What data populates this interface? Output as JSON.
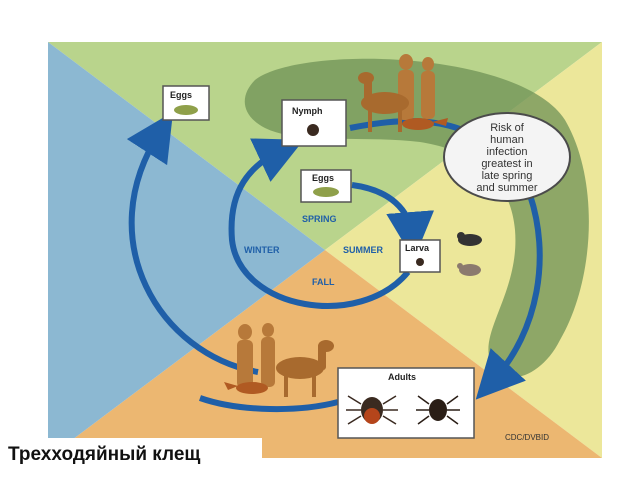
{
  "seasons": {
    "spring": "SPRING",
    "summer": "SUMMER",
    "fall": "FALL",
    "winter": "WINTER"
  },
  "stages": {
    "eggs_outer": "Eggs",
    "eggs_inner": "Eggs",
    "nymph": "Nymph",
    "larva": "Larva",
    "adults": "Adults"
  },
  "risk_note": {
    "line1": "Risk of",
    "line2": "human",
    "line3": "infection",
    "line4": "greatest in",
    "line5": "late spring",
    "line6": "and summer"
  },
  "credit": "CDC/DVBID",
  "caption": "Трехходяйный клещ",
  "colors": {
    "spring_quadrant": "#b9d48c",
    "summer_quadrant": "#ece79a",
    "fall_quadrant": "#ecb771",
    "winter_quadrant": "#8cb8d2",
    "risk_zone": "#6f9155",
    "cycle_arrow": "#1f5fa8"
  }
}
